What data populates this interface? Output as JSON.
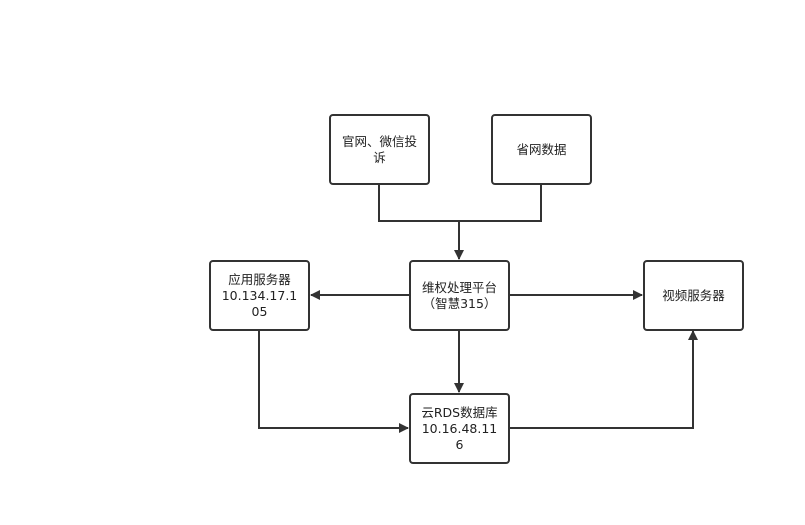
{
  "nodes": {
    "official_wechat": {
      "lines": [
        "官网、微信投",
        "诉"
      ]
    },
    "provincial_data": {
      "lines": [
        "省网数据"
      ]
    },
    "platform": {
      "lines": [
        "维权处理平台",
        "（智慧315）"
      ]
    },
    "app_server": {
      "lines": [
        "应用服务器",
        "10.134.17.1",
        "05"
      ]
    },
    "video_server": {
      "lines": [
        "视频服务器"
      ]
    },
    "rds": {
      "lines": [
        "云RDS数据库",
        "10.16.48.11",
        "6"
      ]
    }
  },
  "colors": {
    "stroke": "#333333"
  }
}
